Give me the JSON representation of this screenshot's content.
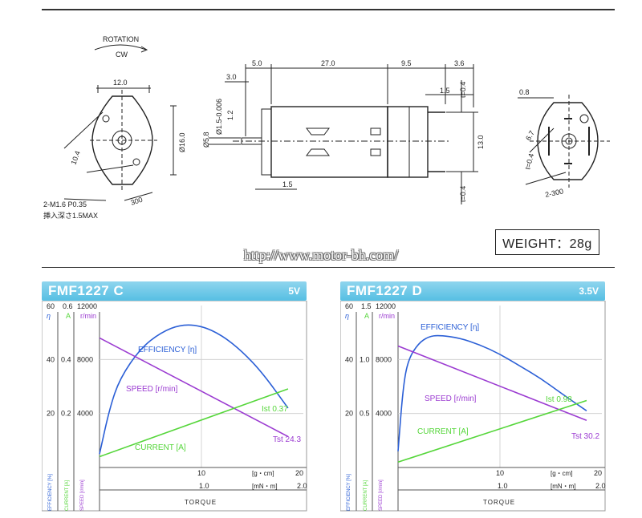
{
  "drawing": {
    "rotation_label": "ROTATION",
    "rotation_dir": "CW",
    "left": {
      "width": "12.0",
      "dia": "Ø16.0",
      "hole_span": "10.4",
      "angle": "300",
      "screw": "2-M1.6  P0.35",
      "depth": "挿入深さ1.5MAX"
    },
    "side": {
      "d1": "5.0",
      "d2": "27.0",
      "d3": "9.5",
      "d4": "3.6",
      "d5": "3.0",
      "d6": "1.5",
      "d7": "1.5",
      "d8": "Ø1.5-0.006",
      "d9": "1.2",
      "d10": "Ø5.8",
      "d11": "13.0",
      "t1": "t=0.4",
      "t2": "t=0.4"
    },
    "right": {
      "d1": "0.8",
      "d2": "6.7",
      "d3": "t=0.4",
      "angle": "2-300"
    }
  },
  "weight": "WEIGHT：28g",
  "url": "http://www.motor-bh.com/",
  "charts": [
    {
      "title": "FMF1227 C",
      "voltage": "5V",
      "eff_max": "60",
      "cur_max": "0.6",
      "spd_max": "12000",
      "eff_unit": "η",
      "cur_unit": "A",
      "spd_unit": "r/min",
      "eff_ticks": [
        "40",
        "20"
      ],
      "cur_ticks": [
        "0.4",
        "0.2"
      ],
      "spd_ticks": [
        "8000",
        "4000"
      ],
      "x1_tick": "10",
      "x1_end": "20",
      "x1_unit": "[g・cm]",
      "x2_tick": "1.0",
      "x2_end": "2.0",
      "x2_unit": "[mN・m]",
      "xlabel": "TORQUE",
      "eff_axis": "EFFICIENCY [%]",
      "cur_axis": "CURRENT [A]",
      "spd_axis": "SPEED [r/min]",
      "eff_label": "EFFICIENCY [η]",
      "spd_label": "SPEED [r/min]",
      "cur_label": "CURRENT [A]",
      "ist_label": "Ist 0.37",
      "tst_label": "Tst 24.3"
    },
    {
      "title": "FMF1227 D",
      "voltage": "3.5V",
      "eff_max": "60",
      "cur_max": "1.5",
      "spd_max": "12000",
      "eff_unit": "η",
      "cur_unit": "A",
      "spd_unit": "r/min",
      "eff_ticks": [
        "40",
        "20"
      ],
      "cur_ticks": [
        "1.0",
        "0.5"
      ],
      "spd_ticks": [
        "8000",
        "4000"
      ],
      "x1_tick": "10",
      "x1_end": "20",
      "x1_unit": "[g・cm]",
      "x2_tick": "1.0",
      "x2_end": "2.0",
      "x2_unit": "[mN・m]",
      "xlabel": "TORQUE",
      "eff_axis": "EFFICIENCY [%]",
      "cur_axis": "CURRENT [A]",
      "spd_axis": "SPEED [r/min]",
      "eff_label": "EFFICIENCY [η]",
      "spd_label": "SPEED [r/min]",
      "cur_label": "CURRENT [A]",
      "ist_label": "Ist 0.98",
      "tst_label": "Tst 30.2"
    }
  ],
  "colors": {
    "efficiency": "#2b5fd6",
    "speed": "#9b3bd1",
    "current": "#55d63a",
    "header": "#5cc3e6"
  },
  "chart_data": [
    {
      "type": "line",
      "x_unit": "g·cm",
      "series": [
        {
          "name": "EFFICIENCY",
          "axis": "%",
          "points": [
            [
              0,
              5
            ],
            [
              1,
              22
            ],
            [
              2,
              33
            ],
            [
              4,
              44
            ],
            [
              6,
              50
            ],
            [
              8,
              53
            ],
            [
              10,
              52.5
            ],
            [
              12,
              49
            ],
            [
              14,
              43
            ],
            [
              16,
              35
            ],
            [
              18.5,
              22
            ]
          ]
        },
        {
          "name": "SPEED",
          "axis": "r/min",
          "points": [
            [
              0,
              9600
            ],
            [
              24.3,
              0
            ]
          ]
        },
        {
          "name": "CURRENT",
          "axis": "A",
          "points": [
            [
              0,
              0.04
            ],
            [
              24.3,
              0.37
            ]
          ]
        }
      ],
      "ylim": {
        "efficiency": [
          0,
          60
        ],
        "current": [
          0,
          0.6
        ],
        "speed": [
          0,
          12000
        ]
      },
      "xlim": [
        0,
        20
      ]
    },
    {
      "type": "line",
      "x_unit": "g·cm",
      "series": [
        {
          "name": "EFFICIENCY",
          "axis": "%",
          "points": [
            [
              0,
              6
            ],
            [
              0.5,
              30
            ],
            [
              1,
              40
            ],
            [
              2,
              46
            ],
            [
              3,
              48.5
            ],
            [
              4,
              49
            ],
            [
              6,
              48
            ],
            [
              8,
              45.5
            ],
            [
              10,
              42
            ],
            [
              12,
              37.5
            ],
            [
              14,
              33
            ],
            [
              16,
              27.5
            ],
            [
              18.5,
              21
            ]
          ]
        },
        {
          "name": "SPEED",
          "axis": "r/min",
          "points": [
            [
              0,
              9000
            ],
            [
              30.2,
              0
            ]
          ]
        },
        {
          "name": "CURRENT",
          "axis": "A",
          "points": [
            [
              0,
              0.05
            ],
            [
              30.2,
              0.98
            ]
          ]
        }
      ],
      "ylim": {
        "efficiency": [
          0,
          60
        ],
        "current": [
          0,
          1.5
        ],
        "speed": [
          0,
          12000
        ]
      },
      "xlim": [
        0,
        20
      ]
    }
  ]
}
